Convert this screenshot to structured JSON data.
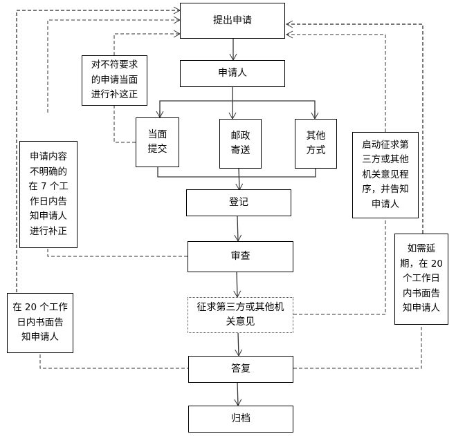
{
  "nodes": {
    "submit": "提出申请",
    "applicant": "申请人",
    "in_person": "当面\n提交",
    "post": "邮政\n寄送",
    "other": "其他\n方式",
    "register": "登记",
    "review": "审查",
    "consult": "征求第三方或其他机\n关意见",
    "reply": "答复",
    "archive": "归档"
  },
  "notes": {
    "correct_on_site": "对不符要求\n的申请当面\n进行补这正",
    "unclear_content": "申请内容\n不明确的\n在 7 个工\n作日内告\n知申请人\n进行补正",
    "notify_20_days": "在 20 个工作\n日内书面告\n知申请人",
    "start_consult": "启动征求第\n三方或其他\n机关意见程\n序，并告知\n申请人",
    "extension": "如需延\n期，在 20\n个工作日\n内书面告\n知申请人"
  }
}
